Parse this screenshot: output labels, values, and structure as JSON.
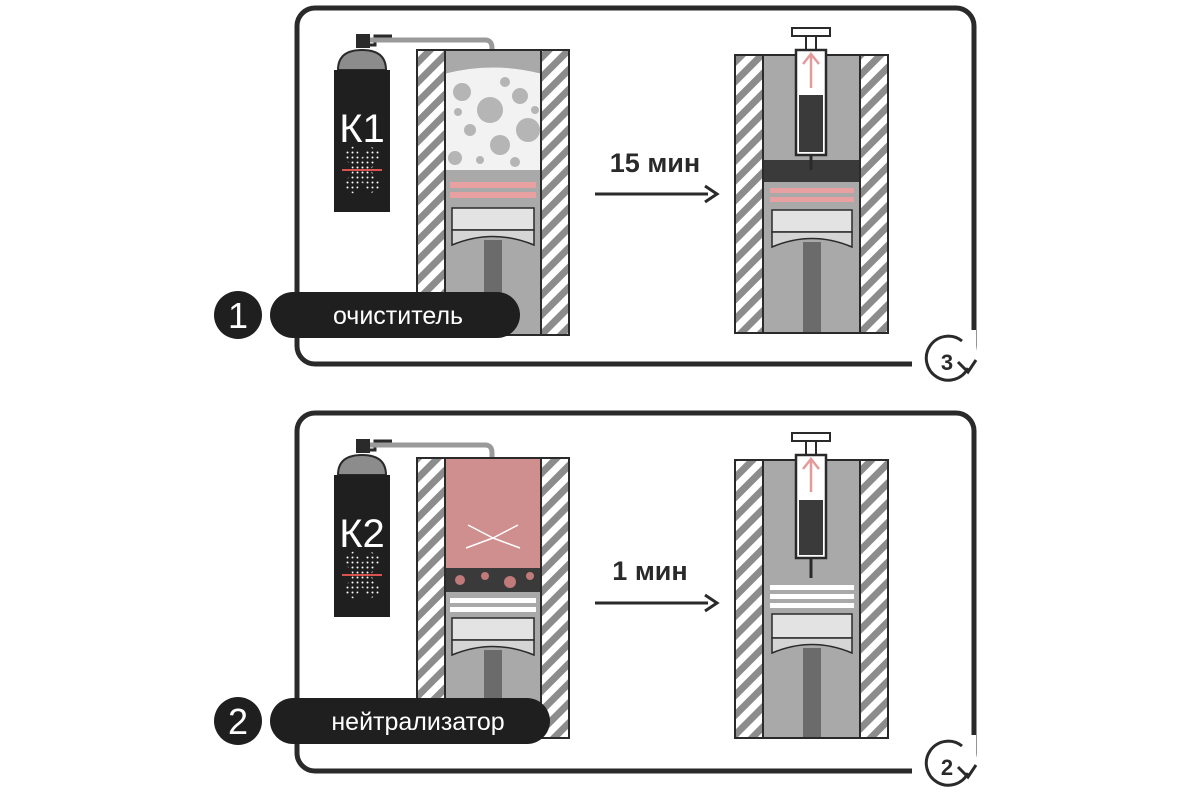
{
  "colors": {
    "ink": "#2a2a2a",
    "wall": "#8c8c8c",
    "cylinder": "#a9a9a9",
    "foam": "#f2f2f2",
    "neutralizer": "#cf8f8f",
    "accent_red": "#d9534f",
    "ring_pink": "#f0b3b3"
  },
  "steps": [
    {
      "number": "1",
      "label": "очиститель",
      "can_label": "К1",
      "wait_time": "15 мин",
      "repeat_count": "3",
      "icons": [
        "spray-can-icon",
        "cylinder-foam-icon",
        "arrow-right-icon",
        "cylinder-syringe-icon",
        "repeat-icon"
      ]
    },
    {
      "number": "2",
      "label": "нейтрализатор",
      "can_label": "К2",
      "wait_time": "1 мин",
      "repeat_count": "2",
      "icons": [
        "spray-can-icon",
        "cylinder-liquid-icon",
        "arrow-right-icon",
        "cylinder-syringe-icon",
        "repeat-icon"
      ]
    }
  ]
}
